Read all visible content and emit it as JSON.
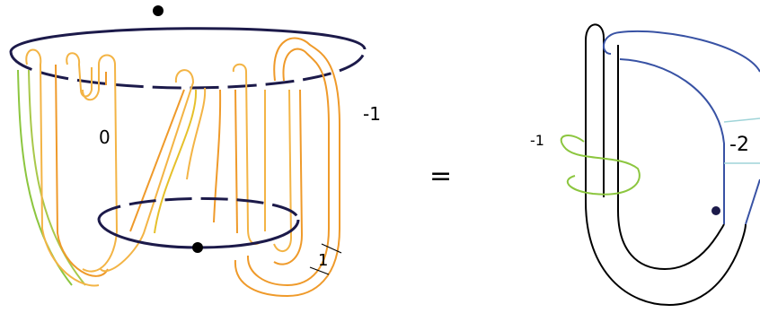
{
  "labels": {
    "left_zero": "0",
    "left_minus_one": "-1",
    "left_box_one": "1",
    "equals": "=",
    "right_minus_one": "-1",
    "right_minus_two": "-2"
  },
  "colors": {
    "circle": "#1c1a4a",
    "orange": "#ef9a2a",
    "light_orange": "#f3b445",
    "yellow": "#e6c02a",
    "green": "#8cc63f",
    "black": "#000000",
    "blue": "#3852a4",
    "teal": "#9fd4d8"
  }
}
